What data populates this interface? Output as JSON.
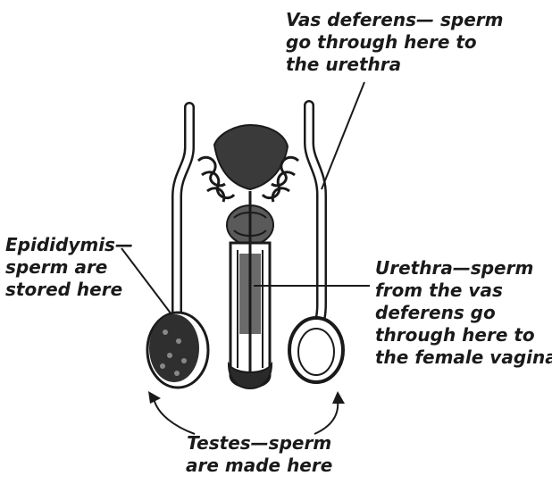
{
  "colors": {
    "ink": "#1a1a1a",
    "organ_fill": "#3a3a3a",
    "paper": "#ffffff"
  },
  "labels": {
    "vas_deferens": [
      "Vas deferens— sperm",
      "go through here to",
      "the urethra"
    ],
    "epididymis": [
      "Epididymis—",
      "sperm are",
      "stored here"
    ],
    "urethra": [
      "Urethra—sperm",
      "from the vas",
      "deferens go",
      "through here to",
      "the female vagina"
    ],
    "testes": [
      "Testes—sperm",
      "are made here"
    ]
  }
}
